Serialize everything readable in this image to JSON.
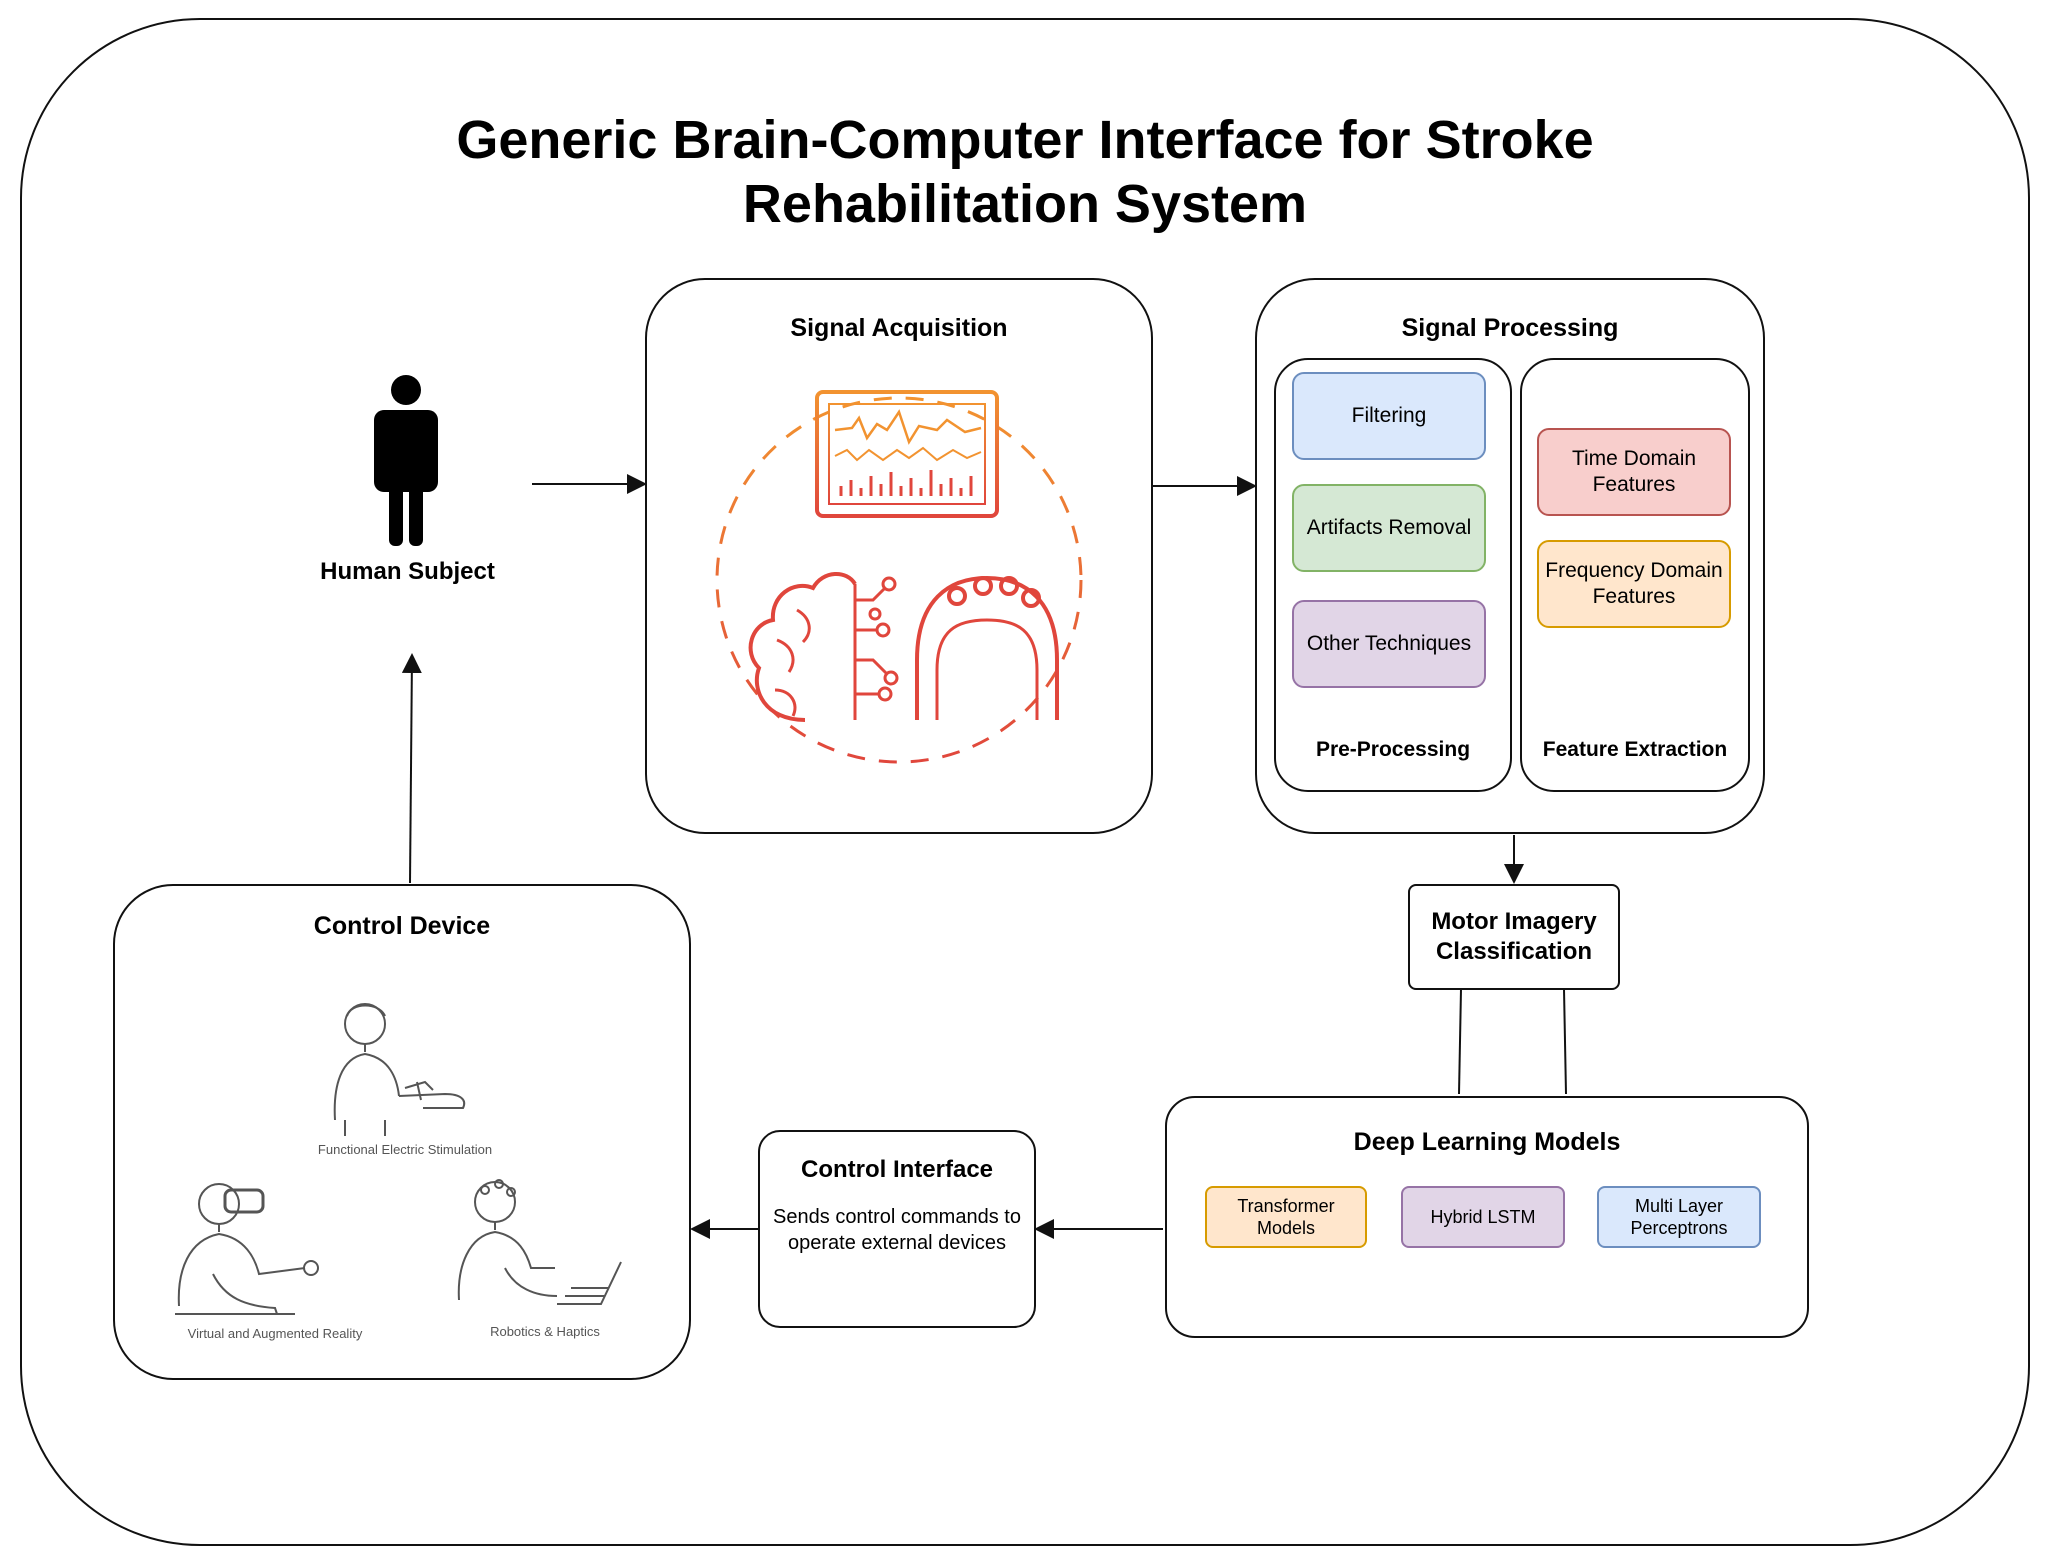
{
  "title": "Generic Brain-Computer Interface for Stroke Rehabilitation System",
  "human_subject": {
    "label": "Human Subject"
  },
  "signal_acquisition": {
    "title": "Signal Acquisition"
  },
  "signal_processing": {
    "title": "Signal Processing",
    "pre_processing": {
      "label": "Pre-Processing",
      "items": [
        "Filtering",
        "Artifacts Removal",
        "Other Techniques"
      ]
    },
    "feature_extraction": {
      "label": "Feature Extraction",
      "items": [
        "Time Domain Features",
        "Frequency Domain Features"
      ]
    }
  },
  "motor_imagery": {
    "label": "Motor Imagery Classification"
  },
  "deep_learning": {
    "title": "Deep Learning Models",
    "models": [
      "Transformer Models",
      "Hybrid LSTM",
      "Multi Layer Perceptrons"
    ]
  },
  "control_interface": {
    "title": "Control Interface",
    "description": "Sends control commands to operate external devices"
  },
  "control_device": {
    "title": "Control Device",
    "devices": [
      "Functional Electric Stimulation",
      "Virtual and Augmented Reality",
      "Robotics & Haptics"
    ]
  },
  "colors": {
    "filtering": "#dae8fc",
    "filtering_border": "#6c8ebf",
    "artifacts": "#d5e8d4",
    "artifacts_border": "#82b366",
    "other": "#e1d5e7",
    "other_border": "#9673a6",
    "time_domain": "#f8cecc",
    "time_domain_border": "#b85450",
    "frequency_domain": "#ffe6cc",
    "frequency_domain_border": "#d79b00",
    "acquisition_orange": "#f29330",
    "acquisition_red": "#e0463c"
  }
}
